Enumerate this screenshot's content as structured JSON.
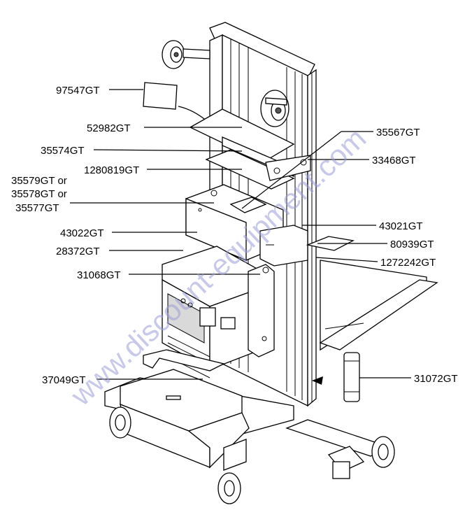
{
  "callouts": [
    {
      "id": "p97547",
      "text": "97547GT"
    },
    {
      "id": "p52982",
      "text": "52982GT"
    },
    {
      "id": "p35574",
      "text": "35574GT"
    },
    {
      "id": "p1280819",
      "text": "1280819GT"
    },
    {
      "id": "p35579",
      "text": "35579GT or"
    },
    {
      "id": "p35578",
      "text": "35578GT or"
    },
    {
      "id": "p35577",
      "text": "35577GT"
    },
    {
      "id": "p43022",
      "text": "43022GT"
    },
    {
      "id": "p28372",
      "text": "28372GT"
    },
    {
      "id": "p31068",
      "text": "31068GT"
    },
    {
      "id": "p37049",
      "text": "37049GT"
    },
    {
      "id": "p35567",
      "text": "35567GT"
    },
    {
      "id": "p33468",
      "text": "33468GT"
    },
    {
      "id": "p43021",
      "text": "43021GT"
    },
    {
      "id": "p80939",
      "text": "80939GT"
    },
    {
      "id": "p1272242",
      "text": "1272242GT"
    },
    {
      "id": "p31072",
      "text": "31072GT"
    }
  ],
  "watermark": "www.discount-equipment.com",
  "colors": {
    "line": "#000000",
    "watermark": "#9a9ad8",
    "background": "#ffffff"
  }
}
